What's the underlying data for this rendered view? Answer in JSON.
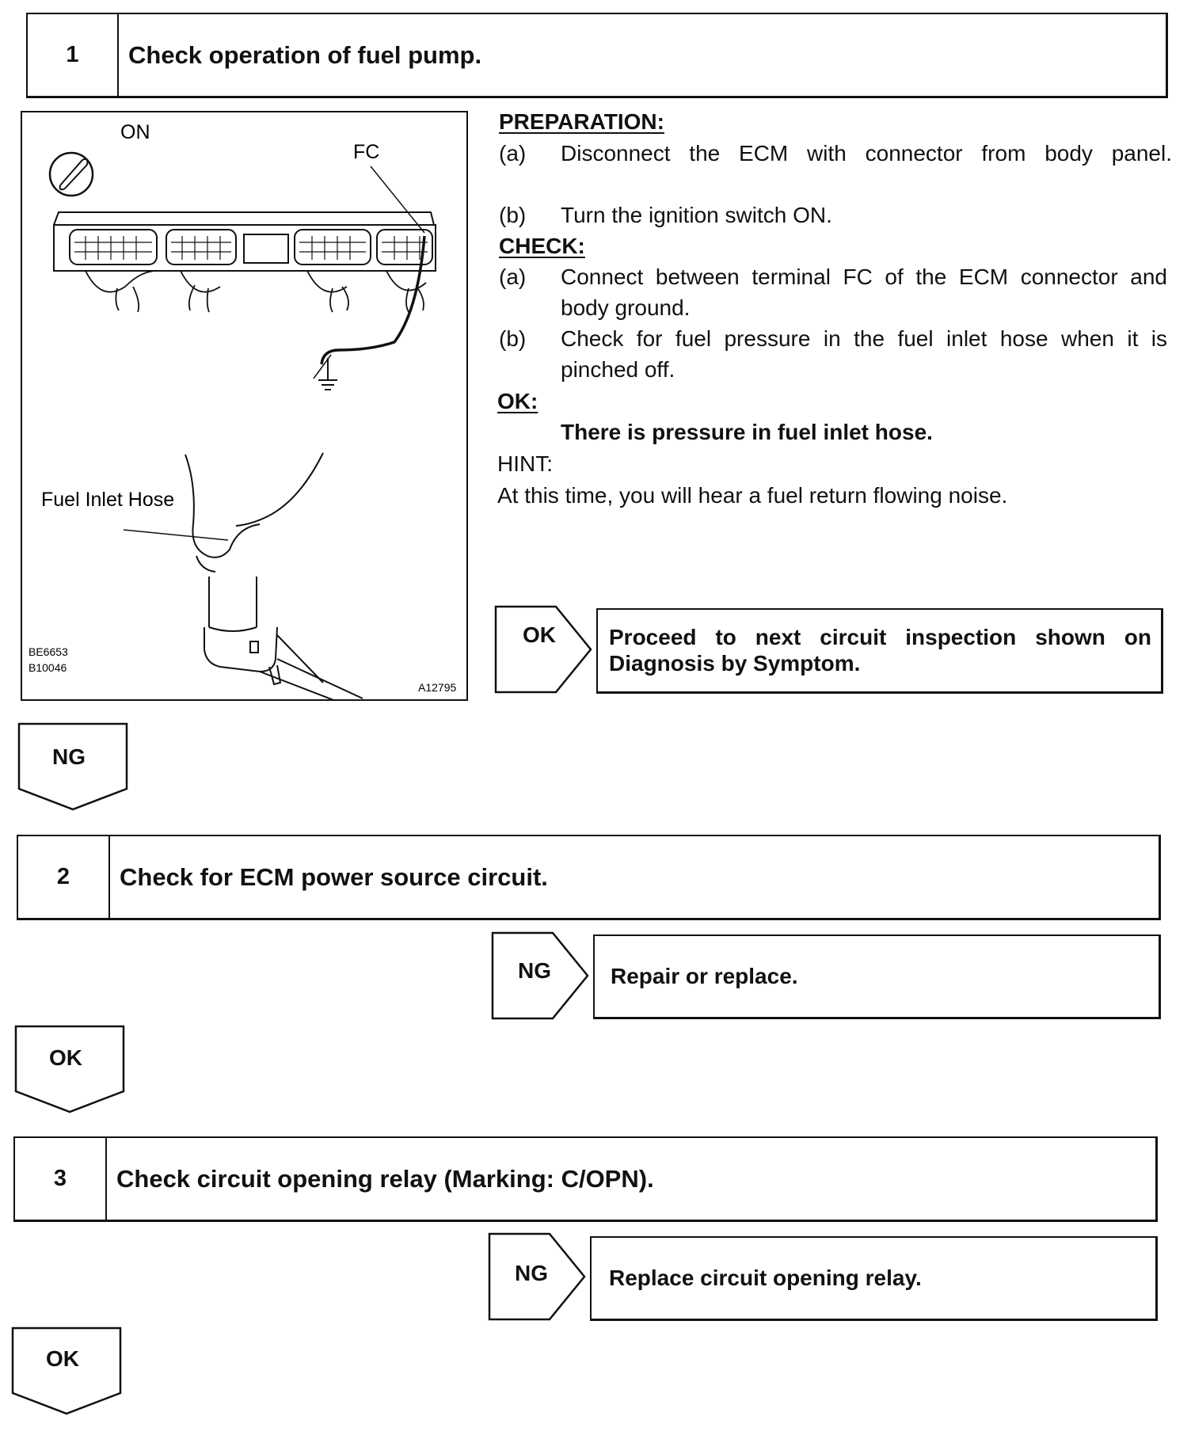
{
  "steps": [
    {
      "number": "1",
      "title": "Check operation of fuel pump."
    },
    {
      "number": "2",
      "title": "Check for ECM power source circuit."
    },
    {
      "number": "3",
      "title": "Check circuit opening relay (Marking: C/OPN)."
    }
  ],
  "figure": {
    "on_label": "ON",
    "fc_label": "FC",
    "hose_label": "Fuel Inlet Hose",
    "code_1": "BE6653",
    "code_2": "B10046",
    "code_3": "A12795"
  },
  "instructions": {
    "preparation_heading": "PREPARATION:",
    "prep_a_marker": "(a)",
    "prep_a_text": "Disconnect the ECM with connector from body panel.",
    "prep_b_marker": "(b)",
    "prep_b_text": "Turn the ignition switch ON.",
    "check_heading": "CHECK:",
    "check_a_marker": "(a)",
    "check_a_line1": "Connect between terminal FC of the ECM connector and",
    "check_a_line2": "body ground.",
    "check_b_marker": "(b)",
    "check_b_line1": "Check for fuel pressure in the fuel inlet hose when it is",
    "check_b_line2": "pinched off.",
    "ok_heading": "OK:",
    "ok_text": "There is pressure in fuel inlet hose.",
    "hint_heading": "HINT:",
    "hint_text": "At this time, you will hear a fuel return flowing noise."
  },
  "results": {
    "step1_ok_label": "OK",
    "step1_ok_line1": "Proceed to next circuit inspection shown on",
    "step1_ok_line2": "Diagnosis by Symptom.",
    "step1_ng_label": "NG",
    "step2_ng_label": "NG",
    "step2_ng_text": "Repair or replace.",
    "step2_ok_label": "OK",
    "step3_ng_label": "NG",
    "step3_ng_text": "Replace circuit opening relay.",
    "step3_ok_label": "OK"
  }
}
